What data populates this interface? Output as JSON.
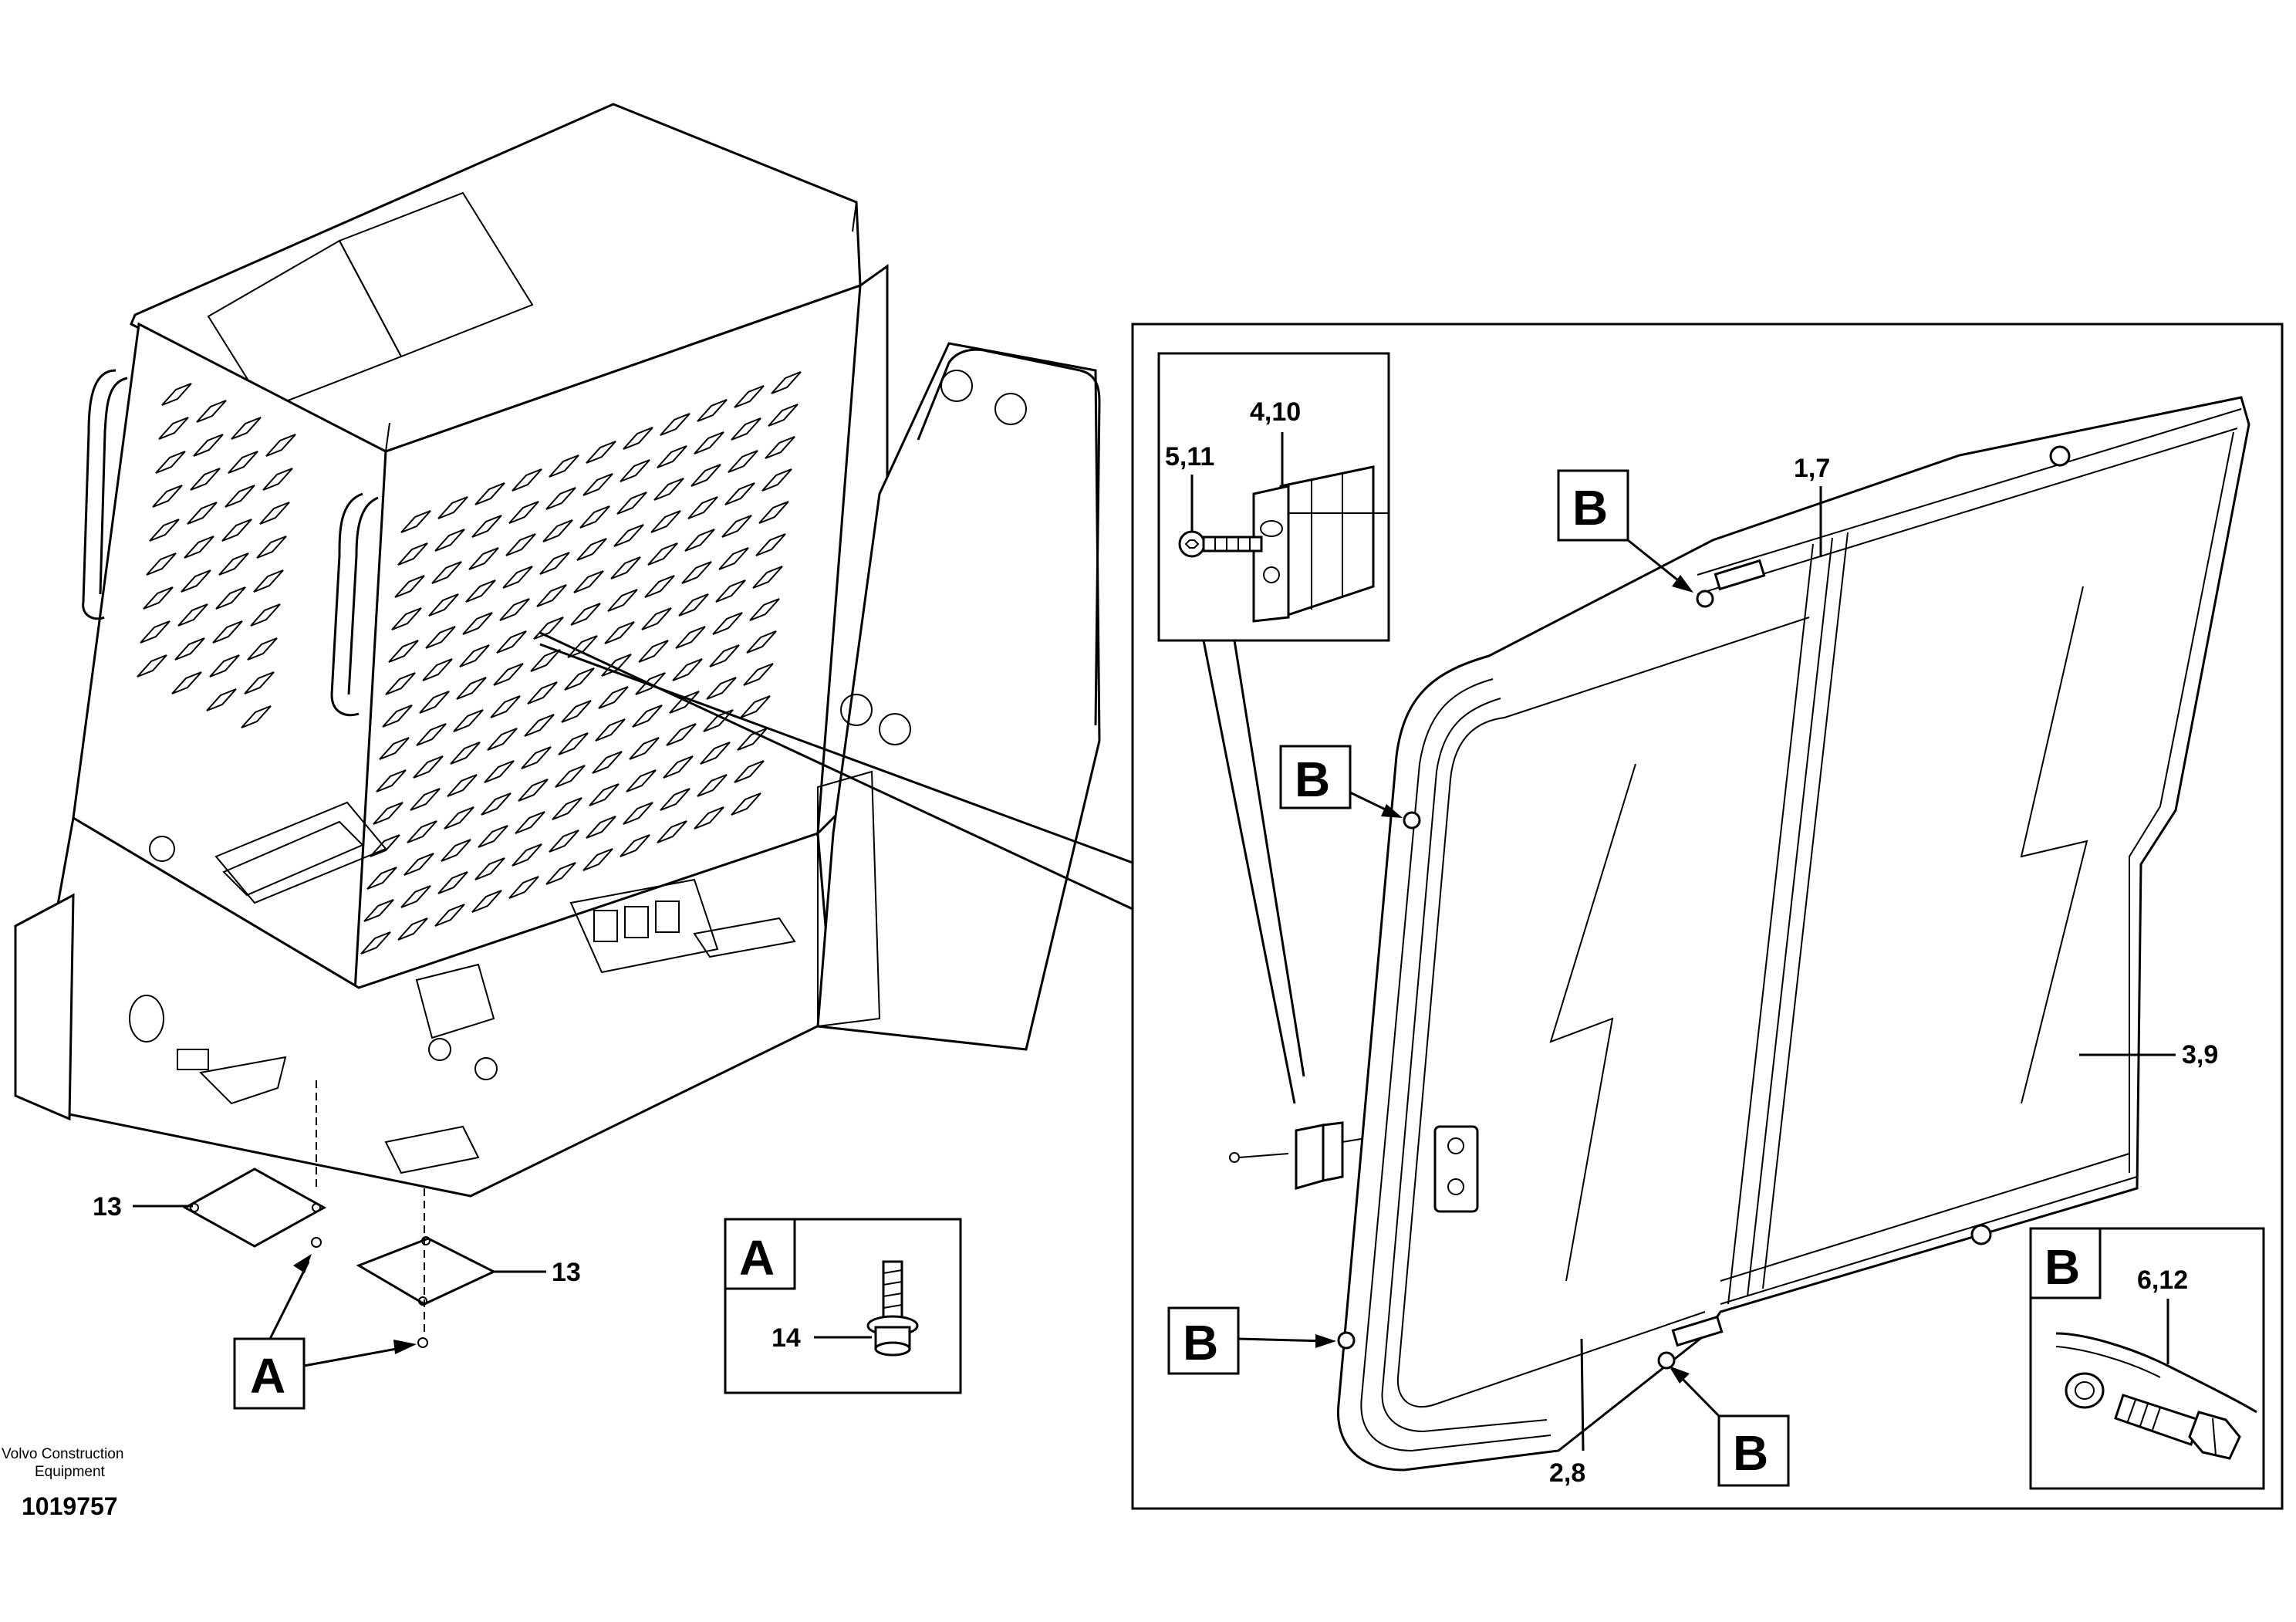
{
  "footer": {
    "brand_line1": "Volvo Construction",
    "brand_line2": "Equipment",
    "document_number": "1019757"
  },
  "detail_boxes": {
    "A": {
      "letter": "A",
      "part": "14"
    },
    "B": {
      "letter": "B",
      "part": "6,12"
    },
    "clip": {
      "top_part": "4,10",
      "screw_part": "5,11"
    }
  },
  "callouts": {
    "window_top": "1,7",
    "window_bottom": "2,8",
    "window_right": "3,9",
    "plate_left": "13",
    "plate_right": "13"
  },
  "view_letters": {
    "A_main": "A",
    "B_top": "B",
    "B_left_upper": "B",
    "B_left_lower": "B",
    "B_bottom": "B"
  }
}
